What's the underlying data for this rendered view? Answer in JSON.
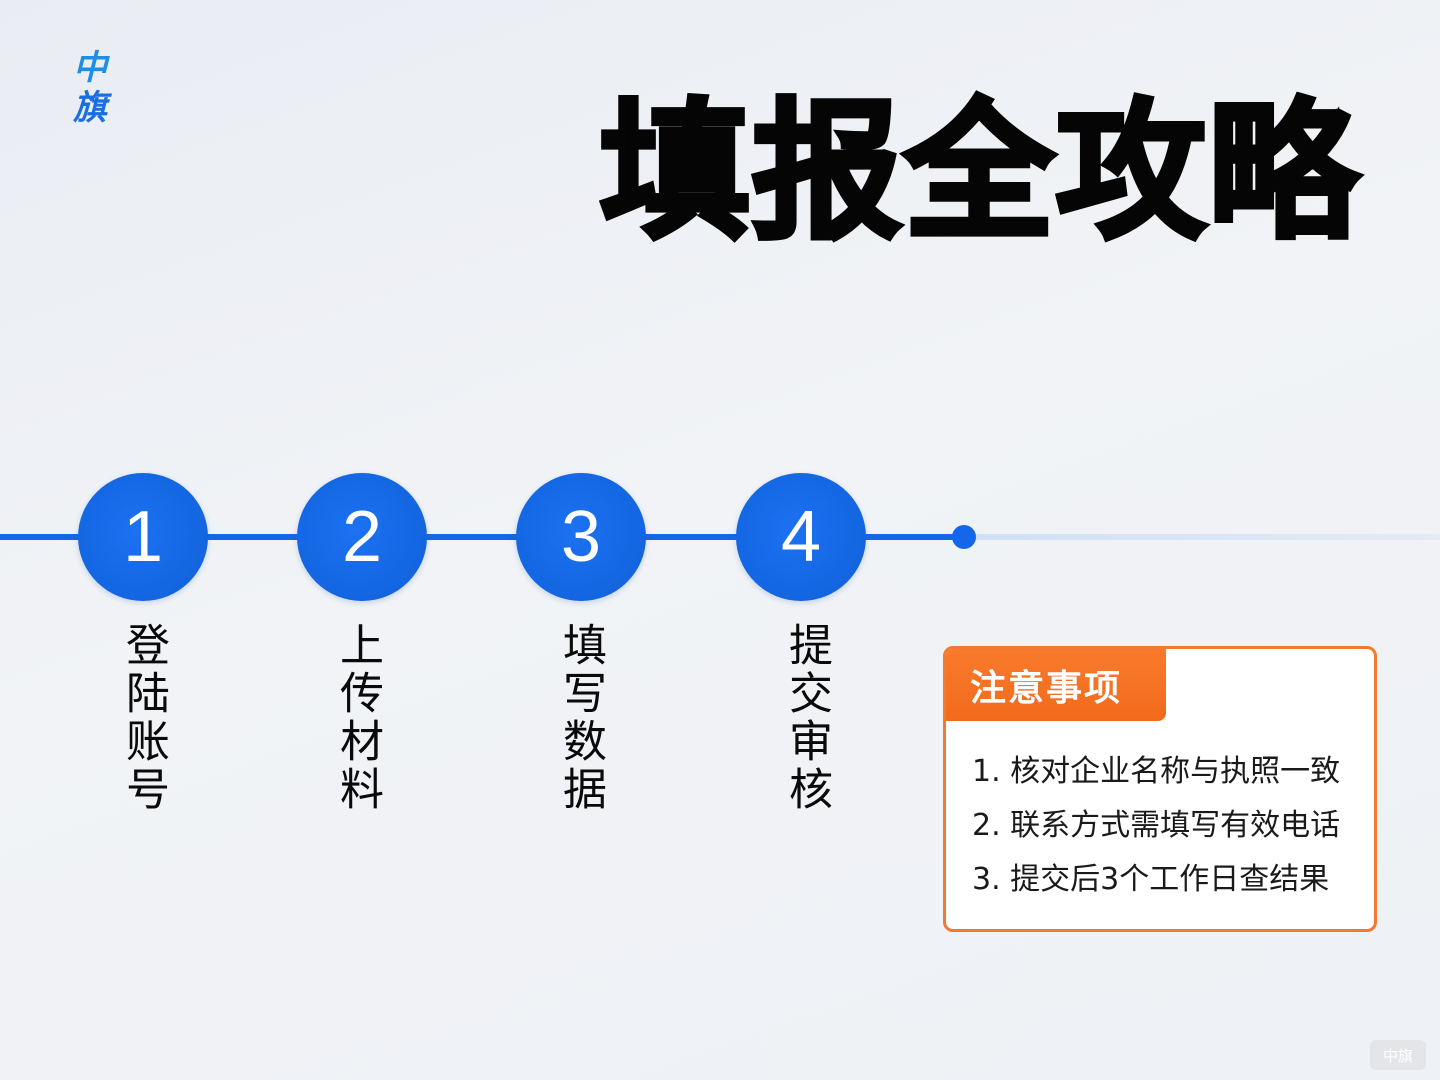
{
  "logo": {
    "line1": "中",
    "line2": "旗"
  },
  "title": "填报全攻略",
  "colors": {
    "primary_blue": "#1467e8",
    "accent_orange": "#f97a2c",
    "text": "#050505"
  },
  "steps": [
    {
      "number": "1",
      "label": "登陆账号"
    },
    {
      "number": "2",
      "label": "上传材料"
    },
    {
      "number": "3",
      "label": "填写数据"
    },
    {
      "number": "4",
      "label": "提交审核"
    }
  ],
  "notice": {
    "header": "注意事项",
    "items": [
      "1. 核对企业名称与执照一致",
      "2. 联系方式需填写有效电话",
      "3. 提交后3个工作日查结果"
    ]
  },
  "watermark": "中旗"
}
